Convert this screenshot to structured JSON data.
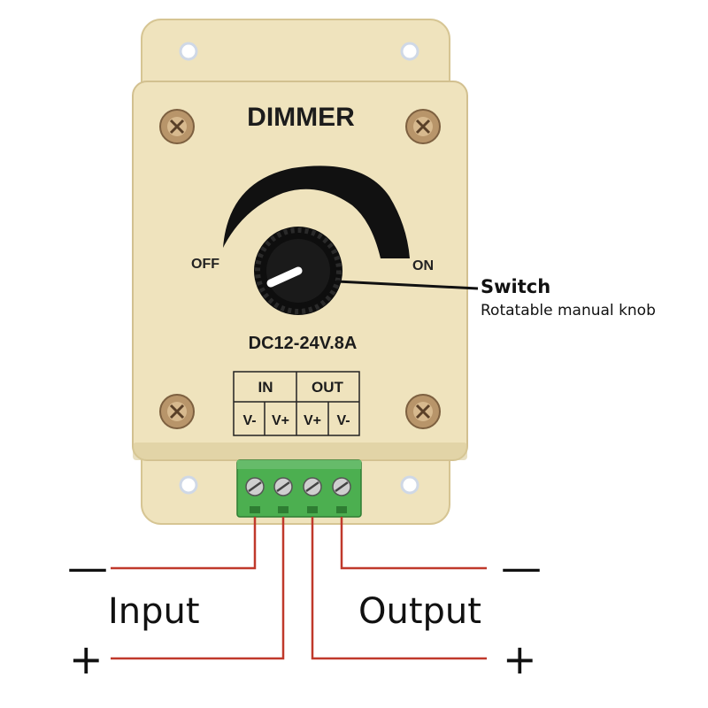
{
  "device": {
    "title": "DIMMER",
    "off_label": "OFF",
    "on_label": "ON",
    "rating": "DC12-24V.8A",
    "terminal_groups": [
      "IN",
      "OUT"
    ],
    "terminals": [
      "V-",
      "V+",
      "V+",
      "V-"
    ]
  },
  "callout": {
    "title": "Switch",
    "subtitle": "Rotatable manual knob"
  },
  "wiring": {
    "input_label": "Input",
    "output_label": "Output",
    "minus_sign": "—",
    "plus_sign": "+"
  },
  "colors": {
    "housing": "#efe3bd",
    "housing_shadow": "#d9c998",
    "terminal_block": "#4caf50",
    "wire": "#c0392b",
    "knob": "#111111",
    "screw": "#b8956a"
  },
  "icons": {
    "screw": "phillips-screw-icon",
    "knob": "rotary-knob-icon",
    "mounting_hole": "mounting-hole-icon"
  }
}
